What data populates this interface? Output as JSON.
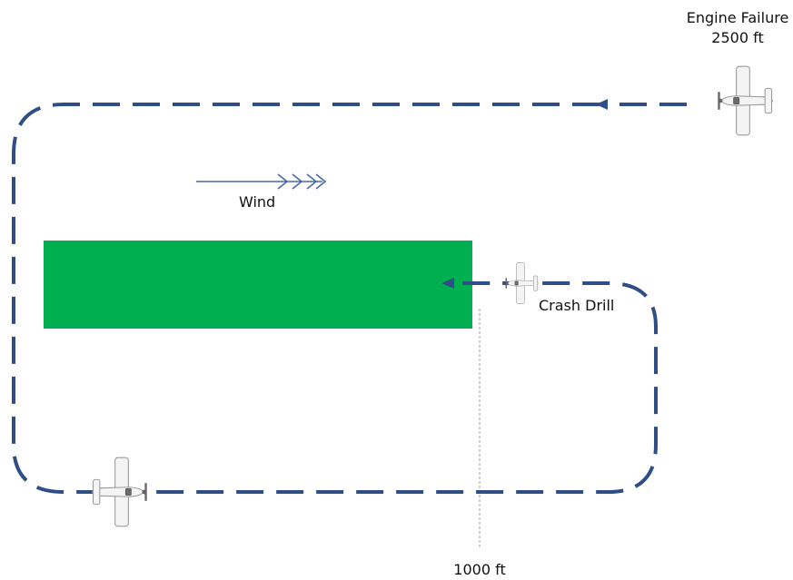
{
  "labels": {
    "engine_failure_line1": "Engine Failure",
    "engine_failure_line2": "2500 ft",
    "wind": "Wind",
    "crash_drill": "Crash Drill",
    "distance": "1000 ft"
  },
  "colors": {
    "runway": "#00b050",
    "pattern_path": "#2f4e85",
    "wind_arrow": "#4a69a8",
    "marker_line": "#9e9e9e"
  },
  "icons": {
    "aircraft": "airplane-top-view-icon"
  }
}
